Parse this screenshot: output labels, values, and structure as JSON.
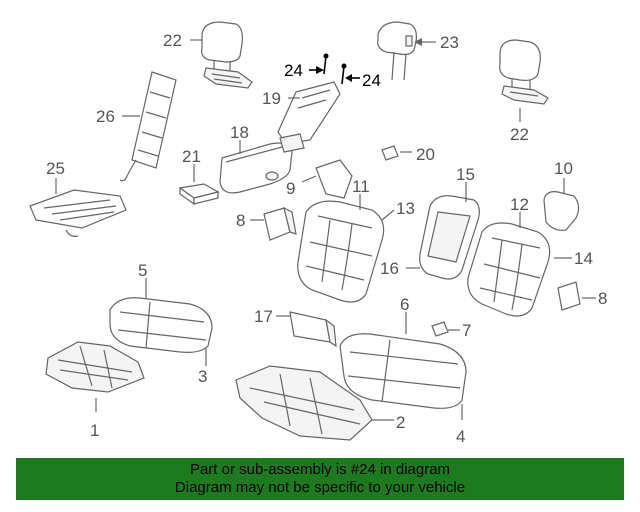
{
  "callouts": {
    "c1": "1",
    "c2": "2",
    "c3": "3",
    "c4": "4",
    "c5": "5",
    "c6": "6",
    "c7": "7",
    "c8a": "8",
    "c8b": "8",
    "c9": "9",
    "c10": "10",
    "c11": "11",
    "c12": "12",
    "c13": "13",
    "c14": "14",
    "c15": "15",
    "c16": "16",
    "c17": "17",
    "c18": "18",
    "c19": "19",
    "c20": "20",
    "c21": "21",
    "c22a": "22",
    "c22b": "22",
    "c23": "23",
    "c24a": "24",
    "c24b": "24",
    "c25": "25",
    "c26": "26"
  },
  "banner": {
    "line1": "Part or sub-assembly is #24 in diagram",
    "line2": "Diagram may not be specific to your vehicle"
  },
  "colors": {
    "banner_bg": "#1e7a1e",
    "line": "#666666",
    "highlight": "#000000"
  }
}
